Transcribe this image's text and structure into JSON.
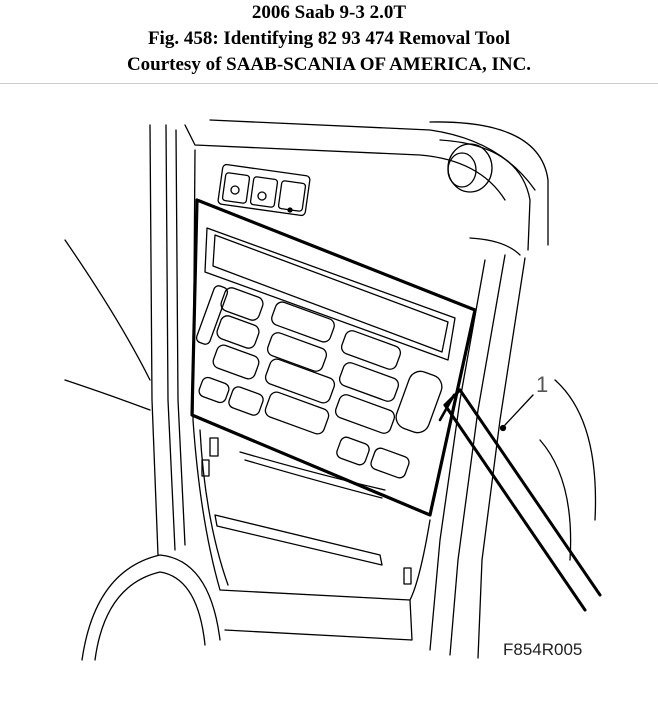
{
  "header": {
    "line1": "2006 Saab 9-3 2.0T",
    "line2": "Fig. 458: Identifying 82 93 474 Removal Tool",
    "line3": "Courtesy of SAAB-SCANIA OF AMERICA, INC."
  },
  "figure": {
    "callout_label": "1",
    "figure_code": "F854R005"
  }
}
